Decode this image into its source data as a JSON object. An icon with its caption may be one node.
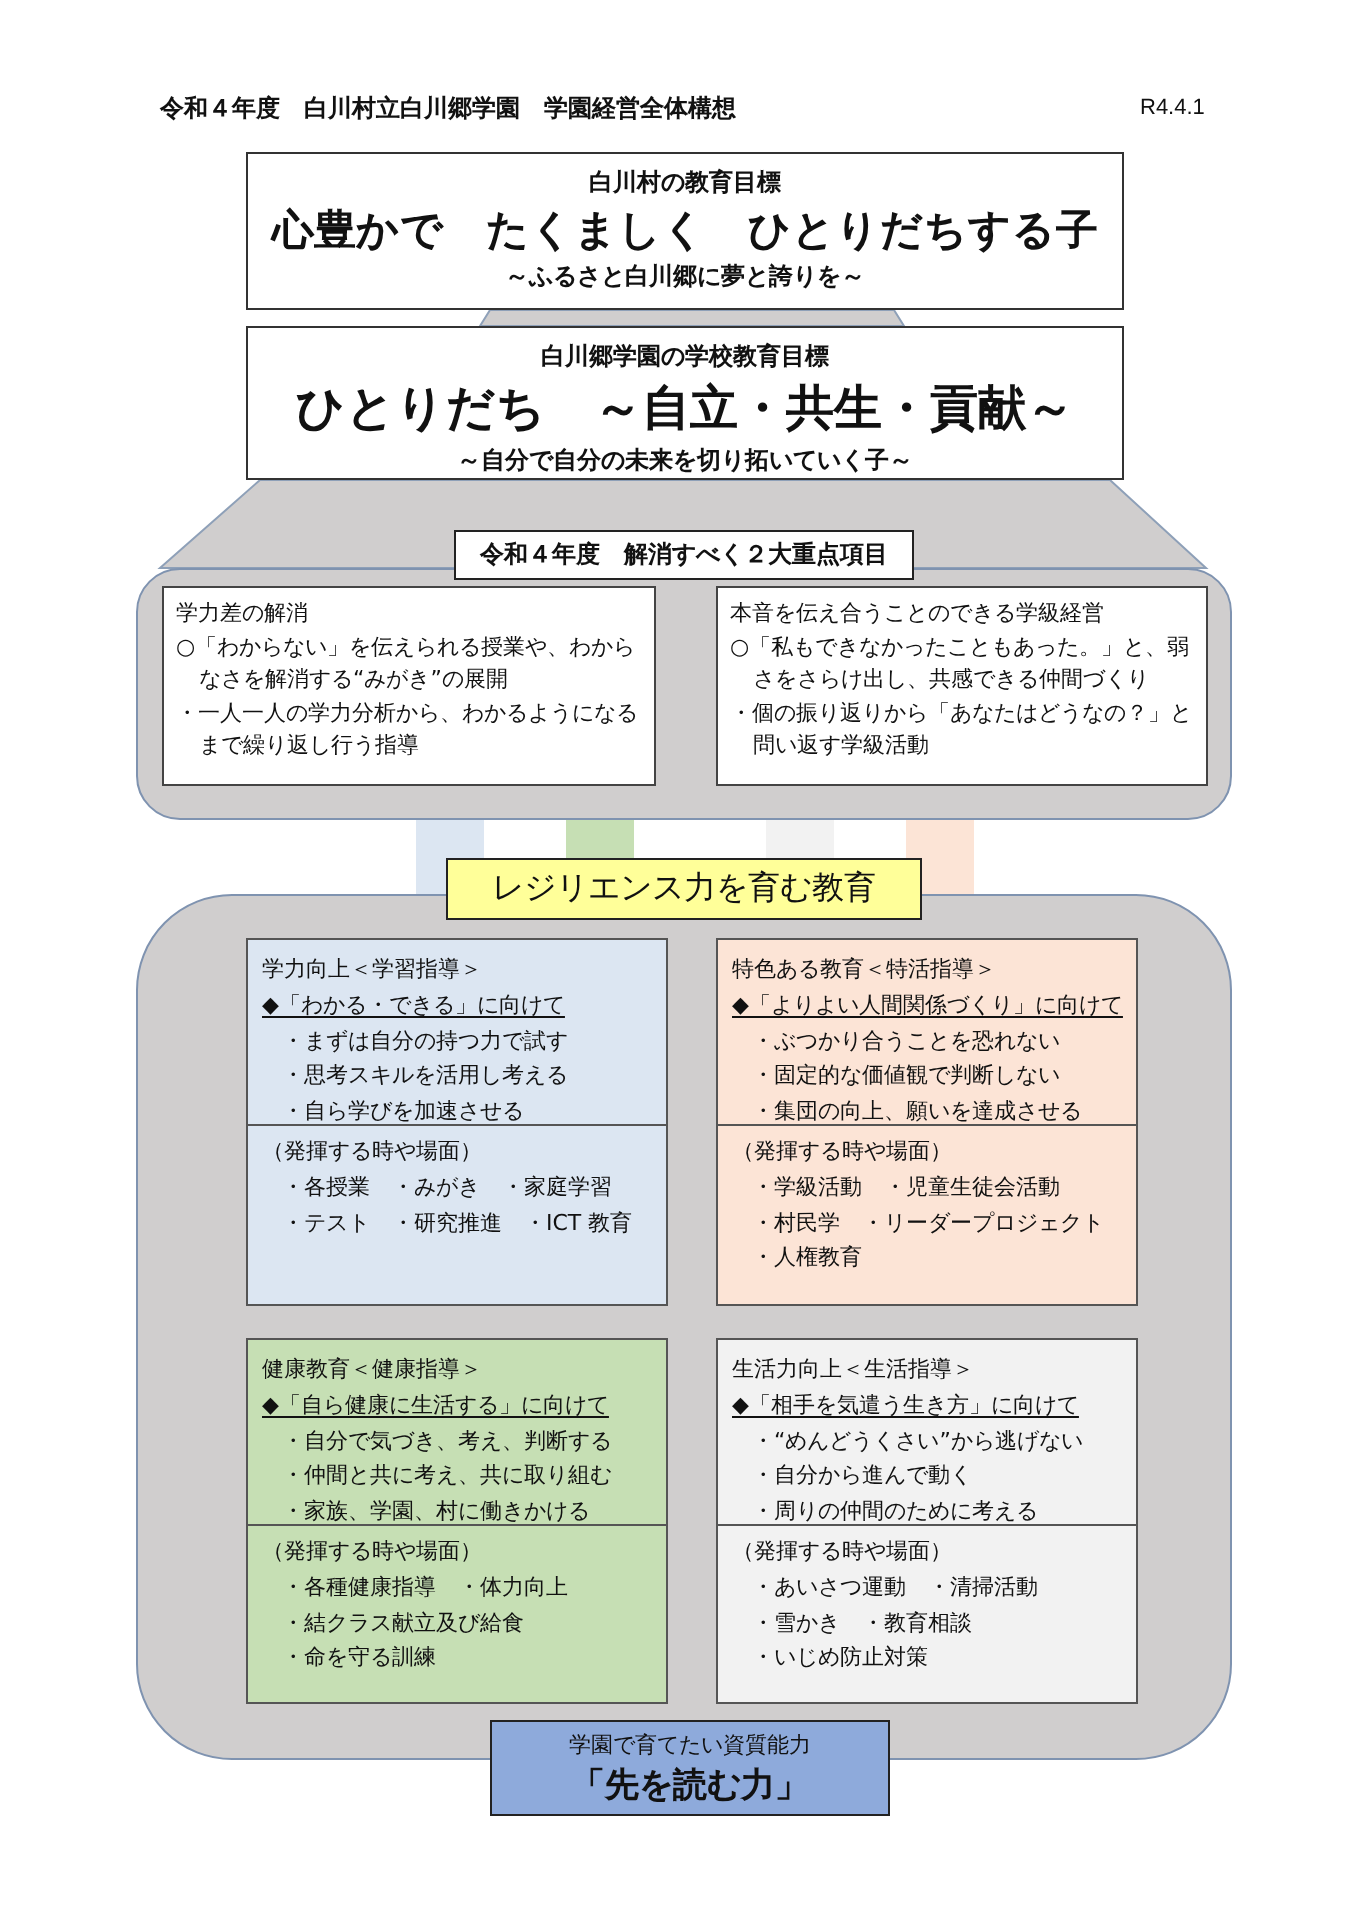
{
  "diagram": {
    "title": "令和４年度　白川村立白川郷学園　学園経営全体構想",
    "nodes": [
      {
        "text": [
          "白川村の教育目標",
          "心豊かで　たくましく　ひとりだちする子",
          "～ふるさと白川郷に夢と誇りを～"
        ]
      },
      {
        "text": [
          "白川郷学園の学校教育目標",
          "ひとりだち　～自立・共生・貢献～",
          "～自分で自分の未来を切り拓いていく子～"
        ]
      },
      {
        "text": [
          "令和４年度　解消すべく２大重点項目"
        ]
      },
      {
        "text": [
          "学力差の解消",
          "○「わからない」を伝えられる授業や、わからなさを解消する“みがき”の展開",
          "・一人一人の学力分析から、わかるようになるまで繰り返し行う指導"
        ],
        "in": 2
      },
      {
        "text": [
          "本音を伝え合うことのできる学級経営",
          "○「私もできなかったこともあった。」と、弱さをさらけ出し、共感できる仲間づくり",
          "・個の振り返りから「あなたはどうなの？」と問い返す学級活動"
        ],
        "in": 2
      },
      {
        "text": [
          "レジリエンス力を育む教育"
        ]
      },
      {
        "text": [
          "学力向上＜学習指導＞",
          "◆「わかる・できる」に向けて",
          "・まずは自分の持つ力で試す",
          "・思考スキルを活用し考える",
          "・自ら学びを加速させる",
          "（発揮する時や場面）",
          "・各授業　・みがき　・家庭学習",
          "・テスト　・研究推進　・ICT 教育"
        ],
        "in": 5
      },
      {
        "text": [
          "特色ある教育＜特活指導＞",
          "◆「よりよい人間関係づくり」に向けて",
          "・ぶつかり合うことを恐れない",
          "・固定的な価値観で判断しない",
          "・集団の向上、願いを達成させる",
          "（発揮する時や場面）",
          "・学級活動　・児童生徒会活動",
          "・村民学　・リーダープロジェクト",
          "・人権教育"
        ],
        "in": 5
      },
      {
        "text": [
          "健康教育＜健康指導＞",
          "◆「自ら健康に生活する」に向けて",
          "・自分で気づき、考え、判断する",
          "・仲間と共に考え、共に取り組む",
          "・家族、学園、村に働きかける",
          "（発揮する時や場面）",
          "・各種健康指導　・体力向上",
          "・結クラス献立及び給食",
          "・命を守る訓練"
        ],
        "in": 5
      },
      {
        "text": [
          "生活力向上＜生活指導＞",
          "◆「相手を気遣う生き方」に向けて",
          "・“めんどうくさい”から逃げない",
          "・自分から進んで動く",
          "・周りの仲間のために考える",
          "（発揮する時や場面）",
          "・あいさつ運動　・清掃活動",
          "・雪かき　・教育相談",
          "・いじめ防止対策"
        ],
        "in": 5
      },
      {
        "text": [
          "学園で育てたい資質能力",
          "「先を読む力」"
        ]
      }
    ],
    "edges": [
      {
        "from": 2,
        "to": 5,
        "arrow": "none",
        "color": "#dce6f2"
      },
      {
        "from": 2,
        "to": 5,
        "arrow": "none",
        "color": "#c6dfb4"
      },
      {
        "from": 2,
        "to": 5,
        "arrow": "none",
        "color": "#f2f2f2"
      },
      {
        "from": 2,
        "to": 5,
        "arrow": "none",
        "color": "#fce4d6"
      }
    ],
    "labels": [
      "R4.4.1"
    ]
  }
}
